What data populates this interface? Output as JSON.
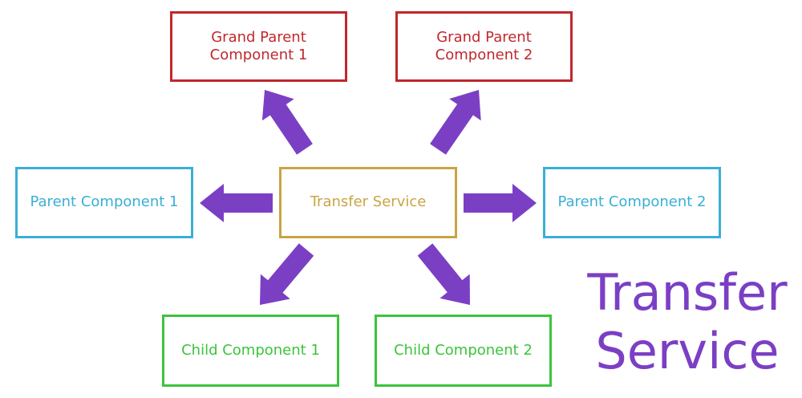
{
  "colors": {
    "grandparent": "#c0282d",
    "parent": "#3aafd6",
    "child": "#3cc43c",
    "service": "#c9a446",
    "arrow": "#7b3fc4",
    "title": "#7b3fc4"
  },
  "nodes": {
    "grandparent_1": "Grand Parent\nComponent 1",
    "grandparent_2": "Grand Parent\nComponent 2",
    "parent_1": "Parent Component 1",
    "parent_2": "Parent Component 2",
    "service": "Transfer Service",
    "child_1": "Child Component 1",
    "child_2": "Child Component 2"
  },
  "title": {
    "line1": "Transfer",
    "line2": "Service"
  }
}
